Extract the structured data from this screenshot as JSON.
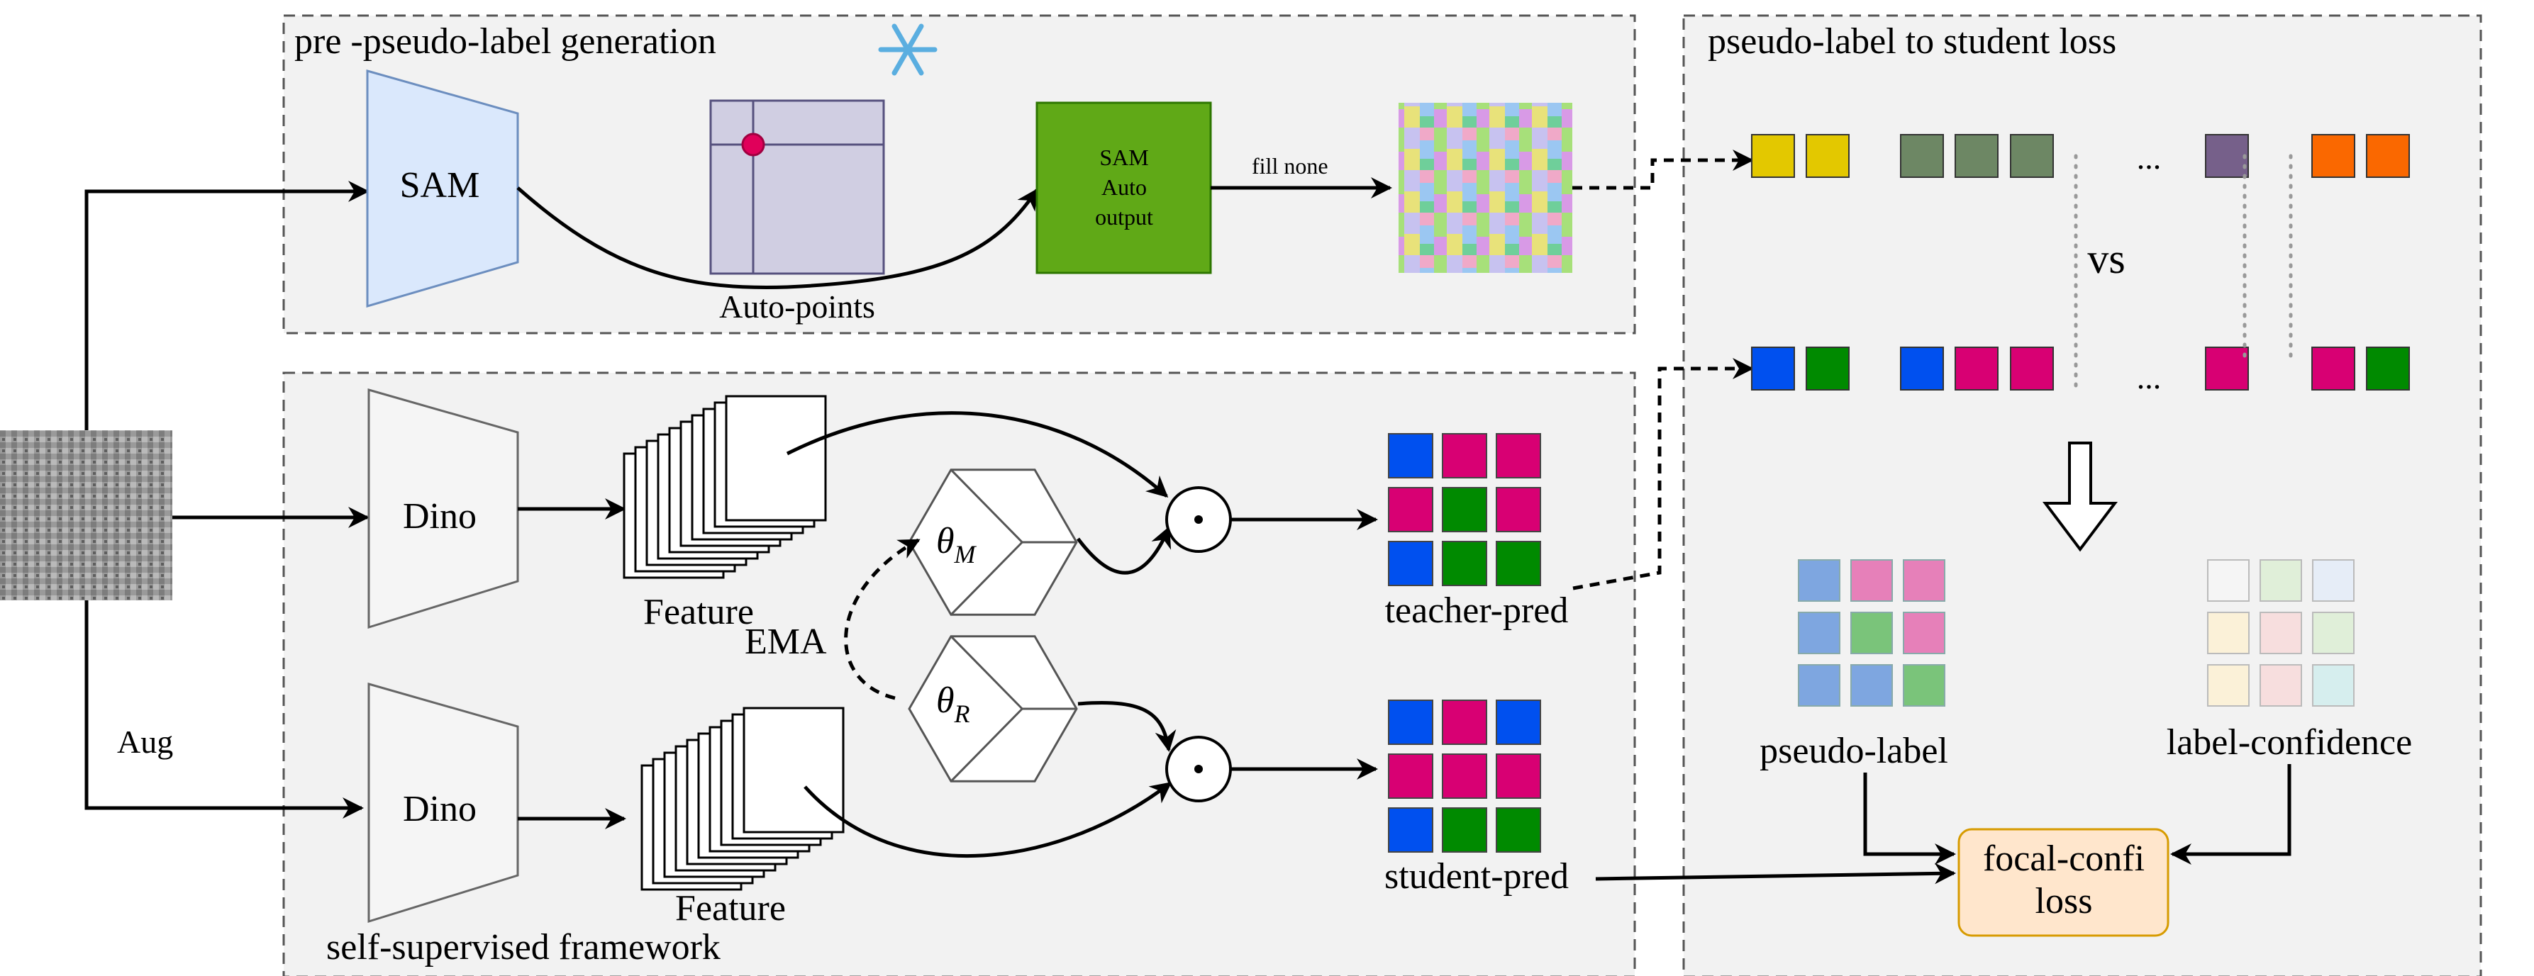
{
  "panels": {
    "top_title": "pre -pseudo-label generation",
    "right_title": "pseudo-label to student loss",
    "bottom_caption": "self-supervised framework"
  },
  "nodes": {
    "sam": "SAM",
    "auto_points": "Auto-points",
    "sam_auto_line1": "SAM",
    "sam_auto_line2": "Auto",
    "sam_auto_line3": "output",
    "fill_none": "fill none",
    "dino_top": "Dino",
    "dino_bottom": "Dino",
    "feature_top": "Feature",
    "feature_bottom": "Feature",
    "ema": "EMA",
    "theta_m_base": "θ",
    "theta_m_sub": "M",
    "theta_r_base": "θ",
    "theta_r_sub": "R",
    "odot": "·",
    "teacher_pred": "teacher-pred",
    "student_pred": "student-pred",
    "aug": "Aug",
    "vs": "vs",
    "ellipsis_top": "...",
    "ellipsis_bottom": "...",
    "pseudo_label": "pseudo-label",
    "label_confidence": "label-confidence",
    "loss_line1": "focal-confi",
    "loss_line2": "loss"
  },
  "colors": {
    "sam_fill": "#dae8fc",
    "sam_stroke": "#6c8ebf",
    "sam_auto_fill": "#60a917",
    "loss_fill": "#ffe6cc",
    "loss_stroke": "#d79b00",
    "point_fill": "#e0005a",
    "grid_fill": "#d0cee2",
    "blue": "#0050ef",
    "magenta": "#d80073",
    "green": "#008a00",
    "yellow": "#e3c800",
    "slate_green": "#6d8764",
    "purple": "#76608a",
    "orange": "#fa6800"
  },
  "grids": {
    "teacher": [
      [
        "blue",
        "magenta",
        "magenta"
      ],
      [
        "magenta",
        "green",
        "magenta"
      ],
      [
        "blue",
        "green",
        "green"
      ]
    ],
    "student": [
      [
        "blue",
        "magenta",
        "blue"
      ],
      [
        "magenta",
        "magenta",
        "magenta"
      ],
      [
        "blue",
        "green",
        "green"
      ]
    ],
    "pseudo_label": [
      [
        "#7ea6e0",
        "#e680b9",
        "#e680b9"
      ],
      [
        "#7ea6e0",
        "#7ac47a",
        "#e680b9"
      ],
      [
        "#7ea6e0",
        "#7ea6e0",
        "#7ac47a"
      ]
    ],
    "label_confidence": [
      [
        "#f5f5f5",
        "#e0efd9",
        "#e6edf7"
      ],
      [
        "#fbf1d8",
        "#f7dede",
        "#e0efd9"
      ],
      [
        "#fbf1d8",
        "#f7dede",
        "#d6eeee"
      ]
    ]
  },
  "comparison": {
    "top_row": [
      "yellow",
      "yellow",
      "slate_green",
      "slate_green",
      "slate_green",
      "purple",
      "orange",
      "orange"
    ],
    "bottom_row": [
      "blue",
      "green",
      "blue",
      "magenta",
      "magenta",
      "magenta",
      "magenta",
      "green"
    ]
  },
  "icons": [
    "snowflake-icon",
    "aerial-image",
    "sam-mask-image",
    "cube-icon",
    "hollow-down-arrow-icon"
  ]
}
